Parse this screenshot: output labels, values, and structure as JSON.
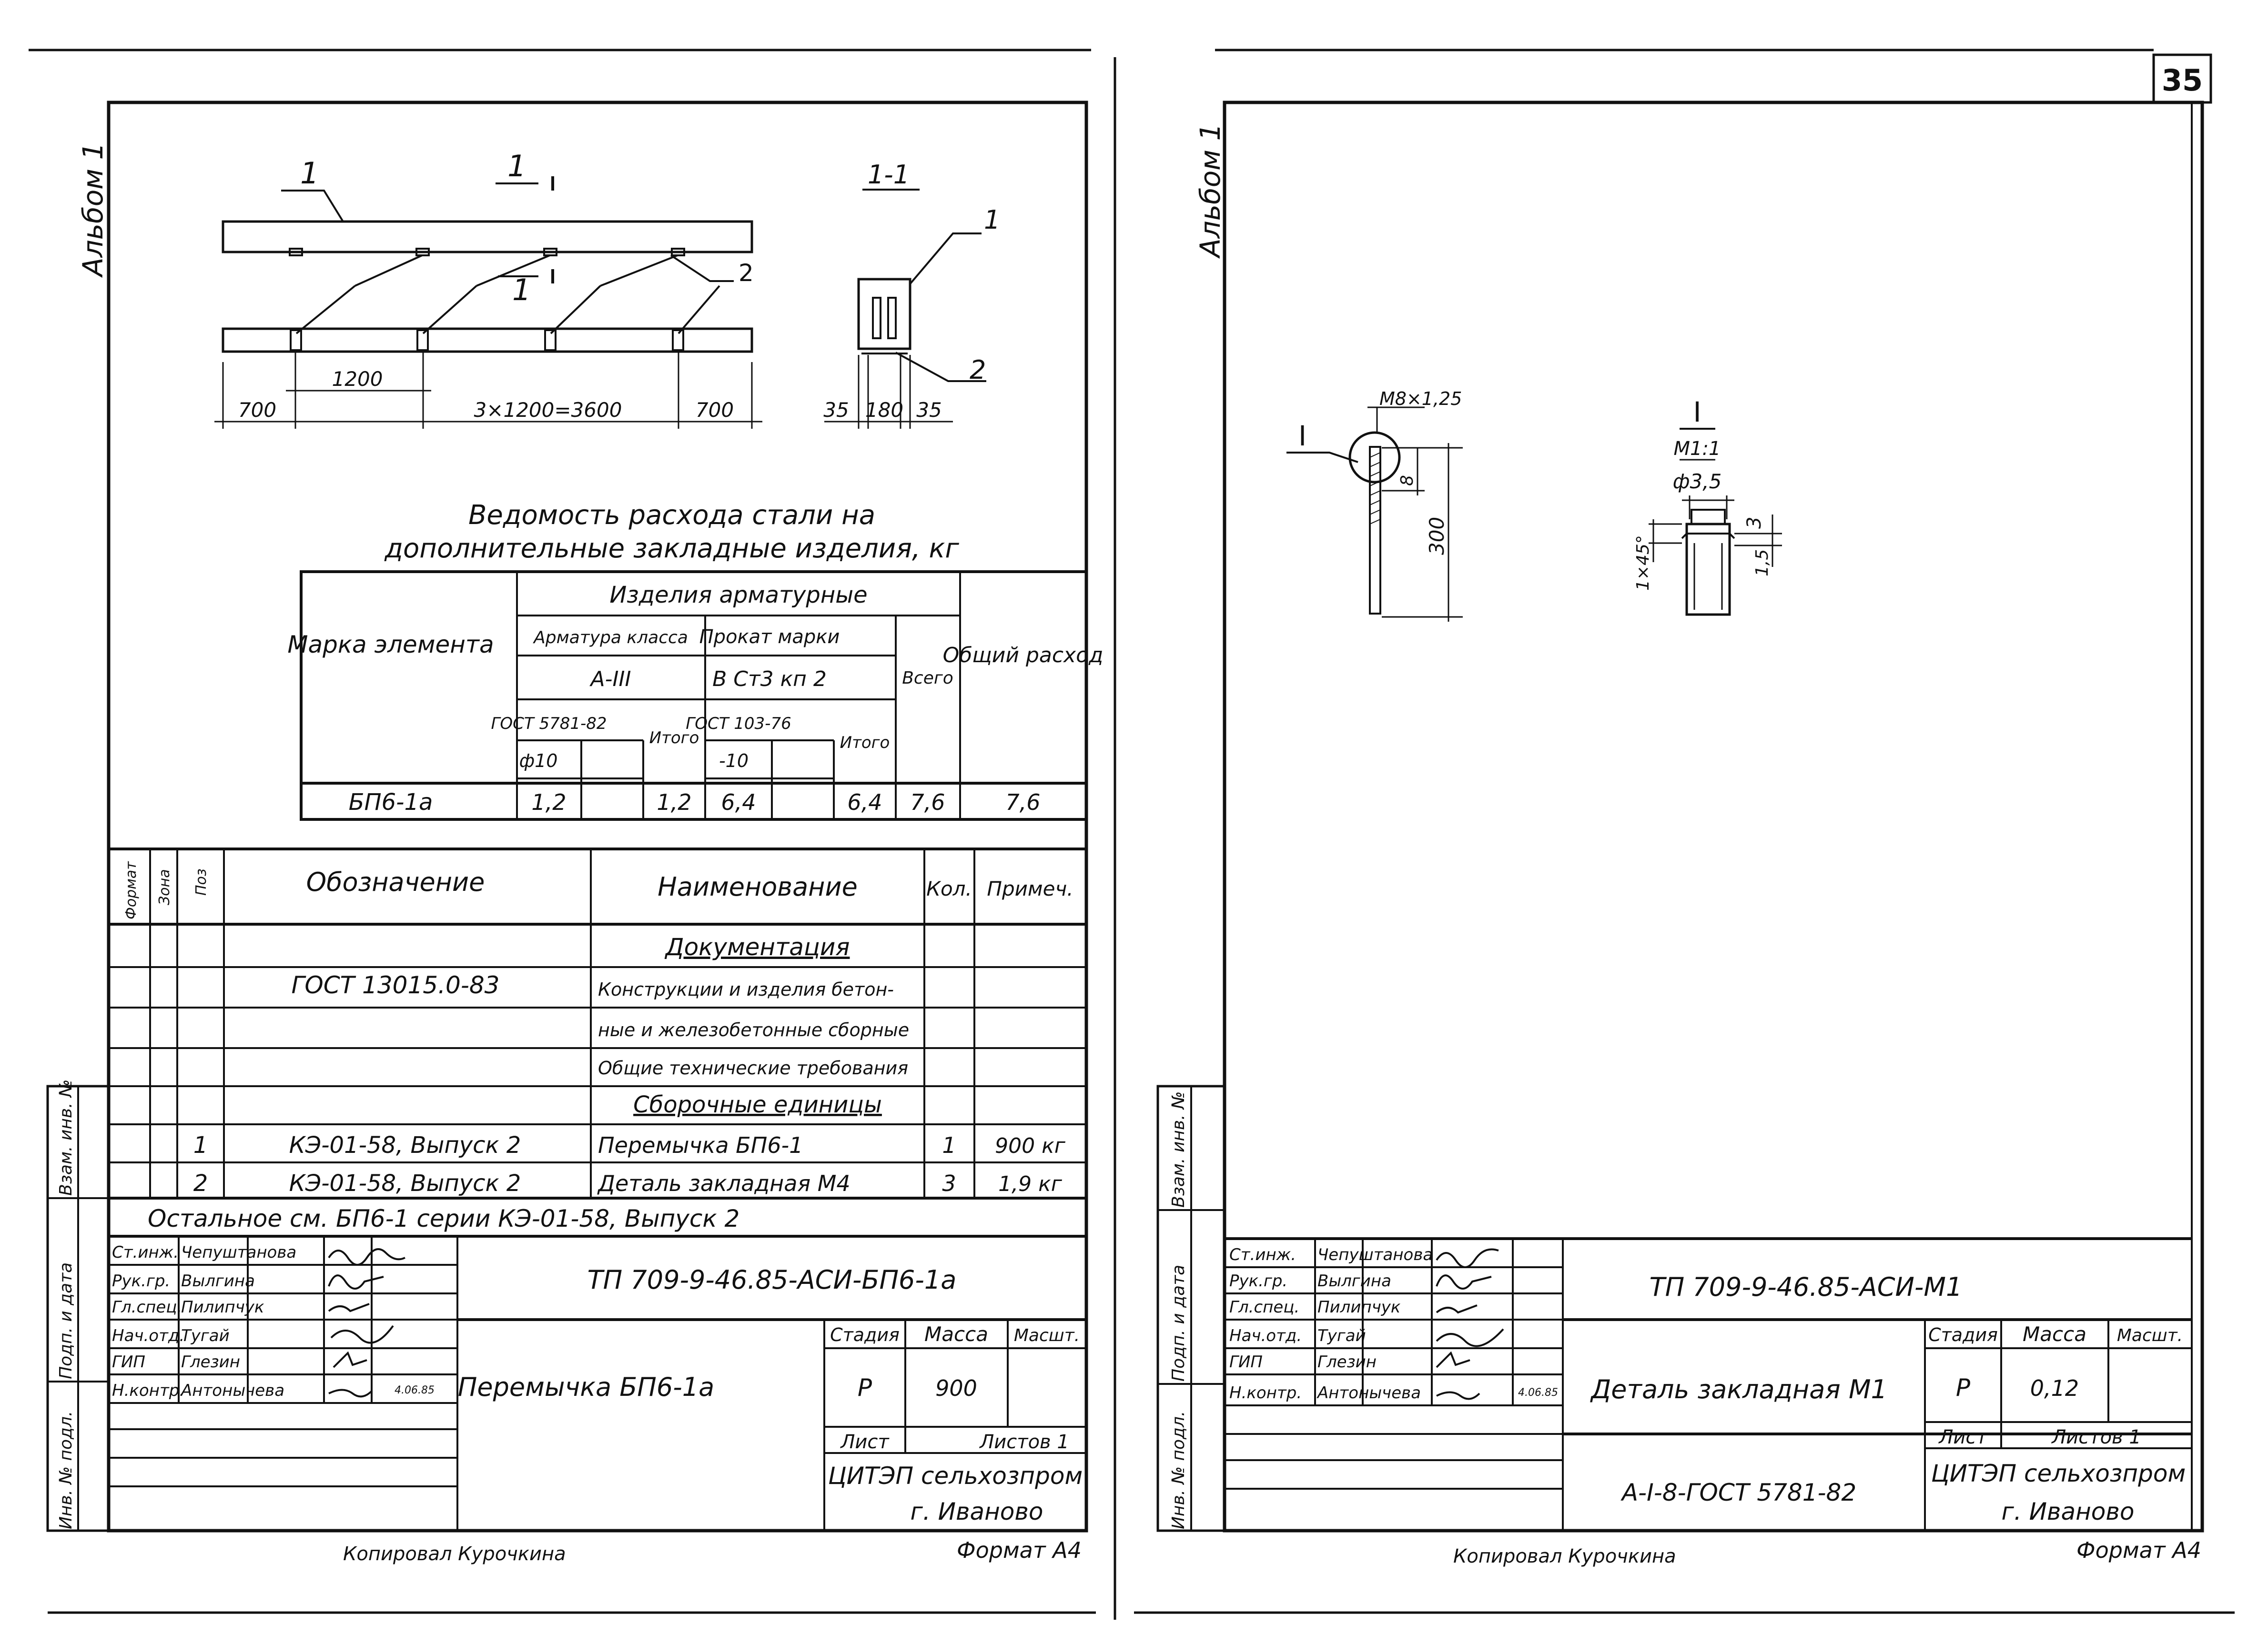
{
  "page_number": "35",
  "left": {
    "album": "Альбом 1",
    "drawing": {
      "leader_1": "1",
      "section_mark": "1",
      "section_title": "1-1",
      "pos_1": "1",
      "pos_2": "2",
      "dim_spacing": "1200",
      "dim_end_left": "700",
      "dim_middle": "3×1200=3600",
      "dim_end_right": "700",
      "sec_dim_a": "35",
      "sec_dim_b": "180",
      "sec_dim_c": "35"
    },
    "steel_table": {
      "title_line1": "Ведомость расхода стали на",
      "title_line2": "дополнительные закладные изделия, кг",
      "h_mark": "Марка элемента",
      "h_items": "Изделия арматурные",
      "h_rebar_class": "Арматура класса",
      "h_class": "А-III",
      "h_gost_rebar": "ГОСТ 5781-82",
      "h_total1": "Итого",
      "h_diam": "ф10",
      "h_rolled": "Прокат марки",
      "h_steel": "В Ст3 кп 2",
      "h_gost_rolled": "ГОСТ 103-76",
      "h_thk": "-10",
      "h_total2": "Итого",
      "h_all": "Всего",
      "h_general": "Общий расход",
      "row": {
        "mark": "БП6-1а",
        "v1": "1,2",
        "v2": "1,2",
        "v3": "6,4",
        "v4": "6,4",
        "v5": "7,6",
        "v6": "7,6"
      }
    },
    "spec": {
      "h_format": "Формат",
      "h_zone": "Зона",
      "h_pos": "Поз",
      "h_designation": "Обозначение",
      "h_name": "Наименование",
      "h_qty": "Кол.",
      "h_note": "Примеч.",
      "section_docs": "Документация",
      "doc_gost": "ГОСТ 13015.0-83",
      "doc_name1": "Конструкции и изделия бетон-",
      "doc_name2": "ные и железобетонные сборные",
      "doc_name3": "Общие технические требования",
      "section_assembly": "Сборочные единицы",
      "row1": {
        "pos": "1",
        "designation": "КЭ-01-58, Выпуск 2",
        "name": "Перемычка БП6-1",
        "qty": "1",
        "note": "900 кг"
      },
      "row2": {
        "pos": "2",
        "designation": "КЭ-01-58, Выпуск 2",
        "name": "Деталь закладная М4",
        "qty": "3",
        "note": "1,9 кг"
      },
      "rest": "Остальное см. БП6-1 серии КЭ-01-58, Выпуск 2"
    },
    "stamp": {
      "code": "ТП 709-9-46.85-АСИ-БП6-1а",
      "title": "Перемычка БП6-1а",
      "roles": [
        "Ст.инж.",
        "Рук.гр.",
        "Гл.спец.",
        "Нач.отд.",
        "ГИП",
        "Н.контр."
      ],
      "names": [
        "Чепуштанова",
        "Вылгина",
        "Пилипчук",
        "Тугай",
        "Глезин",
        "Антонычева"
      ],
      "date": "4.06.85",
      "h_stage": "Стадия",
      "h_mass": "Масса",
      "h_scale": "Масшт.",
      "stage": "Р",
      "mass": "900",
      "h_sheet": "Лист",
      "h_sheets": "Листов 1",
      "org1": "ЦИТЭП сельхозпром",
      "org2": "г. Иваново"
    },
    "side_labels": [
      "Инв. № подл.",
      "Подп. и дата",
      "Взам. инв. №"
    ],
    "copied": "Копировал Курочкина",
    "format": "Формат А4"
  },
  "right": {
    "album": "Альбом 1",
    "drawing": {
      "callout": "I",
      "thread": "М8×1,25",
      "dim_8": "8",
      "dim_300": "300",
      "detail_title": "I",
      "detail_scale": "М1:1",
      "detail_diam": "ф3,5",
      "dim_3": "3",
      "dim_chamfer": "1×45°",
      "dim_15": "1,5"
    },
    "stamp": {
      "code": "ТП 709-9-46.85-АСИ-М1",
      "title": "Деталь закладная М1",
      "material": "А-I-8-ГОСТ 5781-82",
      "roles": [
        "Ст.инж.",
        "Рук.гр.",
        "Гл.спец.",
        "Нач.отд.",
        "ГИП",
        "Н.контр."
      ],
      "names": [
        "Чепуштанова",
        "Вылгина",
        "Пилипчук",
        "Тугай",
        "Глезин",
        "Антонычева"
      ],
      "date": "4.06.85",
      "h_stage": "Стадия",
      "h_mass": "Масса",
      "h_scale": "Масшт.",
      "stage": "Р",
      "mass": "0,12",
      "h_sheet": "Лист",
      "h_sheets": "Листов 1",
      "org1": "ЦИТЭП сельхозпром",
      "org2": "г. Иваново"
    },
    "side_labels": [
      "Инв. № подл.",
      "Подп. и дата",
      "Взам. инв. №"
    ],
    "copied": "Копировал Курочкина",
    "format": "Формат А4"
  }
}
